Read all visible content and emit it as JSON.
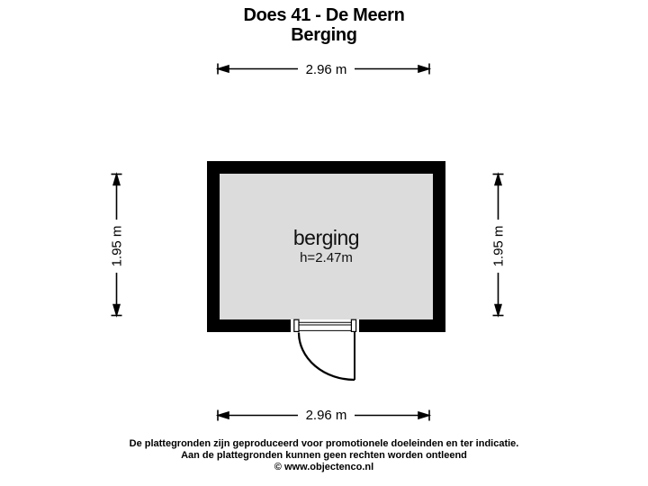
{
  "title": {
    "line1": "Does 41 - De Meern",
    "line2": "Berging"
  },
  "floorplan": {
    "room": {
      "name": "berging",
      "ceiling_height": "h=2.47m"
    },
    "dimensions": {
      "width_top": "2.96 m",
      "width_bottom": "2.96 m",
      "height_left": "1.95 m",
      "height_right": "1.95 m"
    },
    "features": [
      "door-bottom-wall-swing-inward-left"
    ]
  },
  "footer": {
    "line1": "De plattegronden zijn geproduceerd voor promotionele doeleinden en ter indicatie.",
    "line2": "Aan de plattegronden kunnen geen rechten worden ontleend",
    "line3": "© www.objectenco.nl"
  },
  "colors": {
    "wall": "#000000",
    "floor": "#dcdcdc",
    "background": "#ffffff",
    "dimension_line": "#000000"
  }
}
